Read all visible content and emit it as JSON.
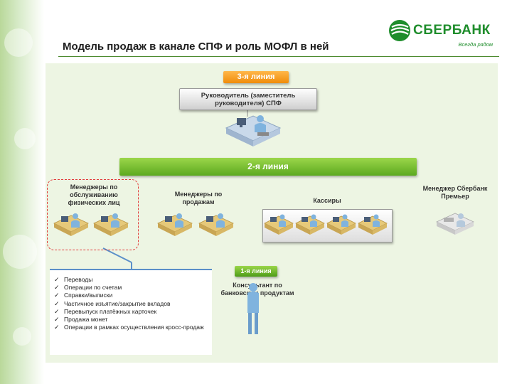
{
  "header": {
    "title": "Модель продаж в канале СПФ и роль МОФЛ в ней",
    "brand_name": "СБЕРБАНК",
    "brand_slogan": "Всегда рядом",
    "brand_color": "#1f8d2c"
  },
  "diagram": {
    "line3_label": "3-я линия",
    "head_label": "Руководитель (заместитель руководителя) СПФ",
    "line2_label": "2-я линия",
    "line1_label": "1-я линия",
    "managers_service_label": "Менеджеры по обслуживанию физических лиц",
    "managers_sales_label": "Менеджеры по продажам",
    "cashiers_label": "Кассиры",
    "premier_label": "Менеджер Сбербанк Премьер",
    "consultant_label": "Консультант по банковским продуктам",
    "duties": [
      "Переводы",
      "Операции по счетам",
      "Справки/выписки",
      "Частичное изъятие/закрытие вкладов",
      "Перевыпуск платёжных карточек",
      "Продажа монет",
      "Операции в рамках осуществления кросс-продаж"
    ],
    "check_mark": "✓",
    "highlight_color": "#e23a3a",
    "line2_color": "#5ca91f",
    "line3_color": "#f08c0a"
  }
}
